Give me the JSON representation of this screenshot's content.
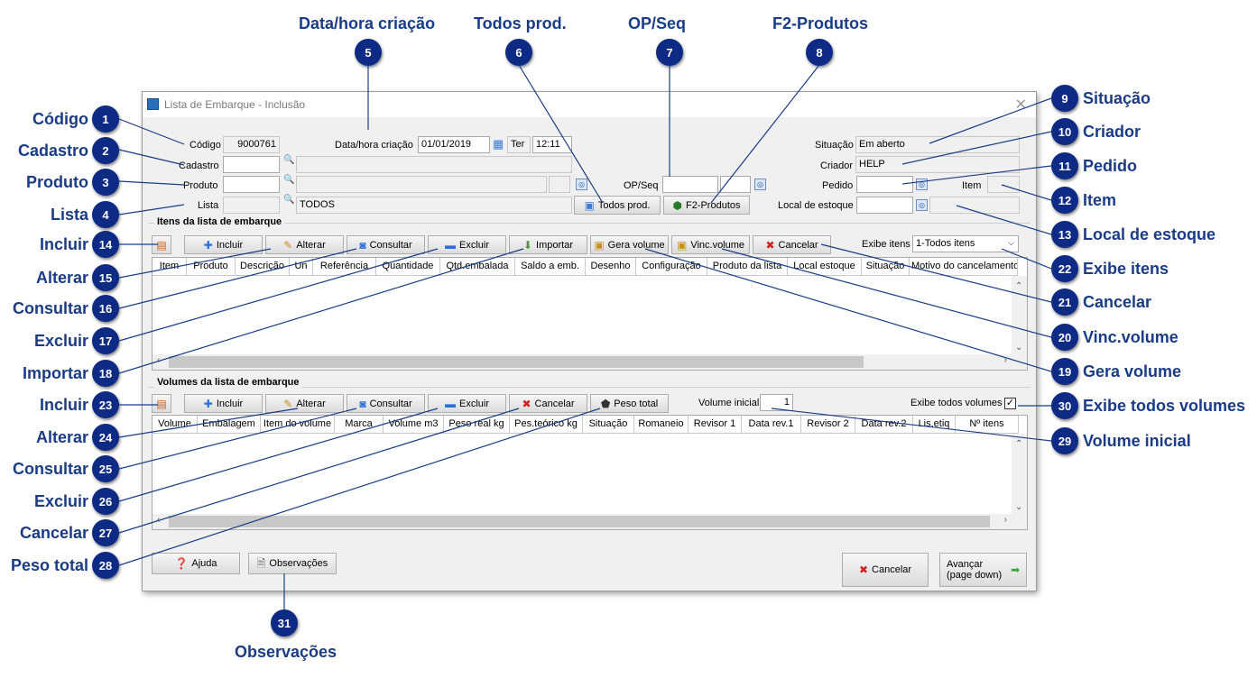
{
  "window": {
    "title": "Lista de Embarque - Inclusão"
  },
  "header": {
    "codigo_label": "Código",
    "codigo_value": "9000761",
    "cadastro_label": "Cadastro",
    "cadastro_value": "",
    "cadastro_desc": "",
    "produto_label": "Produto",
    "produto_value": "",
    "produto_desc": "",
    "lista_label": "Lista",
    "lista_value": "",
    "lista_desc": "TODOS",
    "datahora_label": "Data/hora criação",
    "data_value": "01/01/2019",
    "dia_value": "Ter",
    "hora_value": "12:11",
    "opseq_label": "OP/Seq",
    "op_value": "",
    "seq_value": "",
    "todos_prod_label": "Todos prod.",
    "f2_produtos_label": "F2-Produtos",
    "situacao_label": "Situação",
    "situacao_value": "Em aberto",
    "criador_label": "Criador",
    "criador_value": "HELP",
    "pedido_label": "Pedido",
    "pedido_value": "",
    "item_label": "Item",
    "item_value": "",
    "local_estoque_label": "Local de estoque",
    "local_estoque_value": "",
    "local_estoque_desc": ""
  },
  "itens": {
    "group_label": "Itens da lista de embarque",
    "toolbar": {
      "incluir": "Incluir",
      "alterar": "Alterar",
      "consultar": "Consultar",
      "excluir": "Excluir",
      "importar": "Importar",
      "gera_volume": "Gera volume",
      "vinc_volume": "Vinc.volume",
      "cancelar": "Cancelar"
    },
    "exibe_itens_label": "Exibe itens",
    "exibe_itens_value": "1-Todos itens",
    "columns": [
      "Item",
      "Produto",
      "Descrição",
      "Un",
      "Referência",
      "Quantidade",
      "Qtd.embalada",
      "Saldo a emb.",
      "Desenho",
      "Configuração",
      "Produto da lista",
      "Local estoque",
      "Situação",
      "Motivo do cancelamento"
    ]
  },
  "volumes": {
    "group_label": "Volumes da lista de embarque",
    "toolbar": {
      "incluir": "Incluir",
      "alterar": "Alterar",
      "consultar": "Consultar",
      "excluir": "Excluir",
      "cancelar": "Cancelar",
      "peso_total": "Peso total"
    },
    "volume_inicial_label": "Volume inicial",
    "volume_inicial_value": "1",
    "exibe_todos_label": "Exibe todos volumes",
    "exibe_todos_checked": true,
    "columns": [
      "Volume",
      "Embalagem",
      "Item do volume",
      "Marca",
      "Volume m3",
      "Peso real kg",
      "Pes.teórico kg",
      "Situação",
      "Romaneio",
      "Revisor 1",
      "Data rev.1",
      "Revisor 2",
      "Data rev.2",
      "Lis.etiq",
      "Nº itens"
    ]
  },
  "footer": {
    "ajuda": "Ajuda",
    "observacoes": "Observações",
    "cancelar": "Cancelar",
    "avancar_line1": "Avançar",
    "avancar_line2": "(page down)"
  },
  "callouts": {
    "c1": {
      "num": "1",
      "text": "Código"
    },
    "c2": {
      "num": "2",
      "text": "Cadastro"
    },
    "c3": {
      "num": "3",
      "text": "Produto"
    },
    "c4": {
      "num": "4",
      "text": "Lista"
    },
    "c5": {
      "num": "5",
      "text": "Data/hora criação"
    },
    "c6": {
      "num": "6",
      "text": "Todos prod."
    },
    "c7": {
      "num": "7",
      "text": "OP/Seq"
    },
    "c8": {
      "num": "8",
      "text": "F2-Produtos"
    },
    "c9": {
      "num": "9",
      "text": "Situação"
    },
    "c10": {
      "num": "10",
      "text": "Criador"
    },
    "c11": {
      "num": "11",
      "text": "Pedido"
    },
    "c12": {
      "num": "12",
      "text": "Item"
    },
    "c13": {
      "num": "13",
      "text": "Local de estoque"
    },
    "c14": {
      "num": "14",
      "text": "Incluir"
    },
    "c15": {
      "num": "15",
      "text": "Alterar"
    },
    "c16": {
      "num": "16",
      "text": "Consultar"
    },
    "c17": {
      "num": "17",
      "text": "Excluir"
    },
    "c18": {
      "num": "18",
      "text": "Importar"
    },
    "c19": {
      "num": "19",
      "text": "Gera volume"
    },
    "c20": {
      "num": "20",
      "text": "Vinc.volume"
    },
    "c21": {
      "num": "21",
      "text": "Cancelar"
    },
    "c22": {
      "num": "22",
      "text": "Exibe itens"
    },
    "c23": {
      "num": "23",
      "text": "Incluir"
    },
    "c24": {
      "num": "24",
      "text": "Alterar"
    },
    "c25": {
      "num": "25",
      "text": "Consultar"
    },
    "c26": {
      "num": "26",
      "text": "Excluir"
    },
    "c27": {
      "num": "27",
      "text": "Cancelar"
    },
    "c28": {
      "num": "28",
      "text": "Peso total"
    },
    "c29": {
      "num": "29",
      "text": "Volume inicial"
    },
    "c30": {
      "num": "30",
      "text": "Exibe todos volumes"
    },
    "c31": {
      "num": "31",
      "text": "Observações"
    }
  }
}
